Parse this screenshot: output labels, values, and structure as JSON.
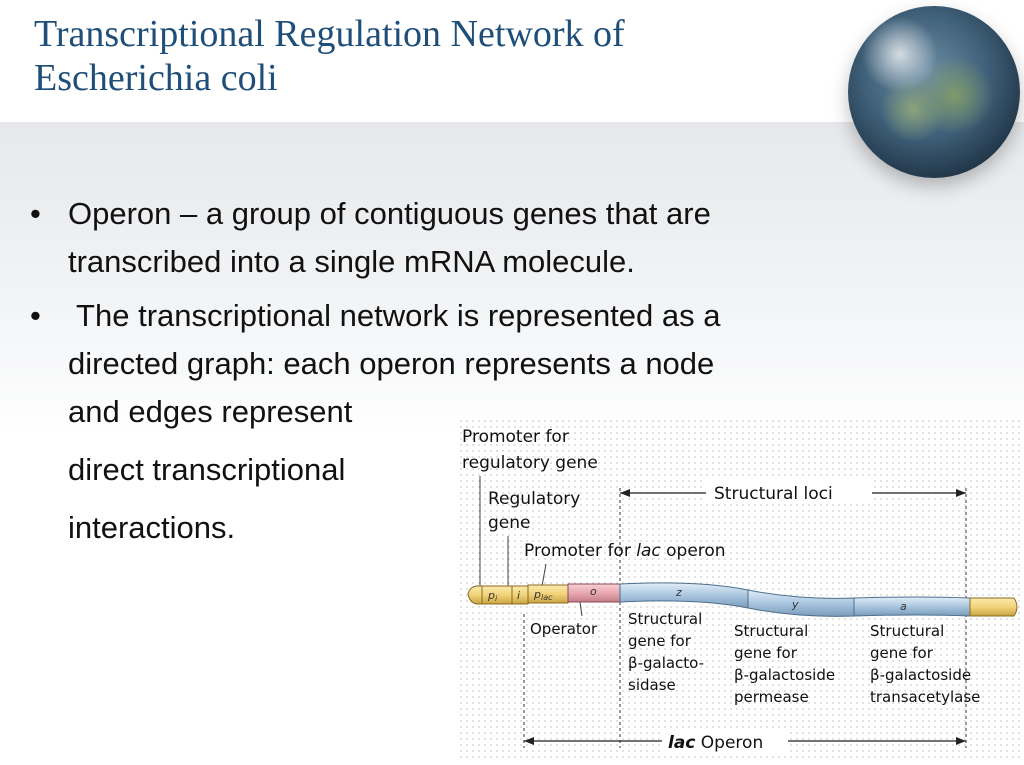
{
  "slide": {
    "title_line1": "Transcriptional Regulation Network of",
    "title_line2": "Escherichia coli",
    "bullets": [
      {
        "marker": "•",
        "lines": [
          "Operon – a group of contiguous genes that are",
          "transcribed into a single mRNA molecule."
        ]
      },
      {
        "marker": "•",
        "lines": [
          " The transcriptional network is represented as a",
          "directed graph: each operon represents a node",
          "and edges represent",
          "direct transcriptional",
          "interactions."
        ]
      }
    ]
  },
  "diagram": {
    "promoter_regulatory": [
      "Promoter for",
      "regulatory gene"
    ],
    "regulatory_gene": [
      "Regulatory",
      "gene"
    ],
    "structural_loci": "Structural loci",
    "promoter_lac": [
      "Promoter for ",
      "lac",
      " operon"
    ],
    "operator": "Operator",
    "genes": {
      "pi": "p",
      "pi_sub": "i",
      "i": "i",
      "plac": "p",
      "plac_sub": "lac",
      "o": "o",
      "z": "z",
      "y": "y",
      "a": "a"
    },
    "structural_z": [
      "Structural",
      "gene for",
      "β-galacto-",
      "sidase"
    ],
    "structural_y": [
      "Structural",
      "gene for",
      "β-galactoside",
      "permease"
    ],
    "structural_a": [
      "Structural",
      "gene for",
      "β-galactoside",
      "transacetylase"
    ],
    "lac_operon": [
      "lac",
      " Operon"
    ]
  },
  "colors": {
    "title": "#1f4e79",
    "gene_yellow": "#f2d27a",
    "gene_pink": "#e9a8b2",
    "gene_blue": "#a9c6df"
  }
}
